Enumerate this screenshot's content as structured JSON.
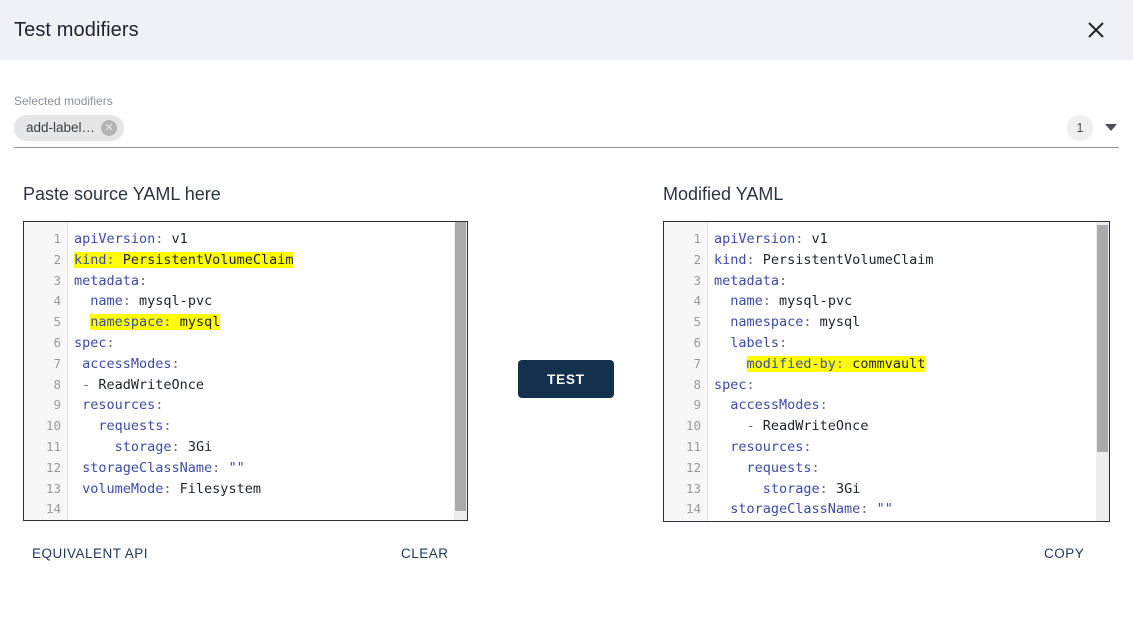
{
  "dialog": {
    "title": "Test modifiers",
    "close_icon": "close-icon"
  },
  "modifiers_field": {
    "label": "Selected modifiers",
    "chips": [
      {
        "label": "add-label…",
        "remove_icon": "close-circle-icon"
      }
    ],
    "count": "1",
    "dropdown_icon": "chevron-down-icon"
  },
  "left_panel": {
    "title": "Paste source YAML here",
    "scrollbar": {
      "thumb_top_pct": 0,
      "thumb_height_pct": 97
    },
    "lines": [
      {
        "n": "1",
        "segments": [
          {
            "t": "apiVersion",
            "c": "tok-key"
          },
          {
            "t": ": ",
            "c": "tok-punct"
          },
          {
            "t": "v1",
            "c": "tok-val"
          }
        ],
        "highlight": false
      },
      {
        "n": "2",
        "segments": [
          {
            "t": "kind",
            "c": "tok-key"
          },
          {
            "t": ": ",
            "c": "tok-punct"
          },
          {
            "t": "PersistentVolumeClaim",
            "c": "tok-val"
          }
        ],
        "highlight": true,
        "indent": 0
      },
      {
        "n": "3",
        "segments": [
          {
            "t": "metadata",
            "c": "tok-key"
          },
          {
            "t": ":",
            "c": "tok-punct"
          }
        ],
        "highlight": false
      },
      {
        "n": "4",
        "segments": [
          {
            "t": "  name",
            "c": "tok-key"
          },
          {
            "t": ": ",
            "c": "tok-punct"
          },
          {
            "t": "mysql-pvc",
            "c": "tok-val"
          }
        ],
        "highlight": false
      },
      {
        "n": "5",
        "segments": [
          {
            "t": "namespace",
            "c": "tok-key"
          },
          {
            "t": ": ",
            "c": "tok-punct"
          },
          {
            "t": "mysql",
            "c": "tok-val"
          }
        ],
        "highlight": true,
        "indent": 2
      },
      {
        "n": "6",
        "segments": [
          {
            "t": "spec",
            "c": "tok-key"
          },
          {
            "t": ":",
            "c": "tok-punct"
          }
        ],
        "highlight": false
      },
      {
        "n": "7",
        "segments": [
          {
            "t": " accessModes",
            "c": "tok-key"
          },
          {
            "t": ":",
            "c": "tok-punct"
          }
        ],
        "highlight": false
      },
      {
        "n": "8",
        "segments": [
          {
            "t": " - ",
            "c": "tok-punct"
          },
          {
            "t": "ReadWriteOnce",
            "c": "tok-val"
          }
        ],
        "highlight": false
      },
      {
        "n": "9",
        "segments": [
          {
            "t": " resources",
            "c": "tok-key"
          },
          {
            "t": ":",
            "c": "tok-punct"
          }
        ],
        "highlight": false
      },
      {
        "n": "10",
        "segments": [
          {
            "t": "   requests",
            "c": "tok-key"
          },
          {
            "t": ":",
            "c": "tok-punct"
          }
        ],
        "highlight": false
      },
      {
        "n": "11",
        "segments": [
          {
            "t": "     storage",
            "c": "tok-key"
          },
          {
            "t": ": ",
            "c": "tok-punct"
          },
          {
            "t": "3Gi",
            "c": "tok-val"
          }
        ],
        "highlight": false
      },
      {
        "n": "12",
        "segments": [
          {
            "t": " storageClassName",
            "c": "tok-key"
          },
          {
            "t": ": ",
            "c": "tok-punct"
          },
          {
            "t": "\"\"",
            "c": "tok-str"
          }
        ],
        "highlight": false
      },
      {
        "n": "13",
        "segments": [
          {
            "t": " volumeMode",
            "c": "tok-key"
          },
          {
            "t": ": ",
            "c": "tok-punct"
          },
          {
            "t": "Filesystem",
            "c": "tok-val"
          }
        ],
        "highlight": false
      },
      {
        "n": "14",
        "segments": [],
        "highlight": false
      }
    ]
  },
  "right_panel": {
    "title": "Modified YAML",
    "scrollbar": {
      "thumb_top_pct": 1,
      "thumb_height_pct": 76
    },
    "lines": [
      {
        "n": "1",
        "segments": [
          {
            "t": "apiVersion",
            "c": "tok-key"
          },
          {
            "t": ": ",
            "c": "tok-punct"
          },
          {
            "t": "v1",
            "c": "tok-val"
          }
        ],
        "highlight": false
      },
      {
        "n": "2",
        "segments": [
          {
            "t": "kind",
            "c": "tok-key"
          },
          {
            "t": ": ",
            "c": "tok-punct"
          },
          {
            "t": "PersistentVolumeClaim",
            "c": "tok-val"
          }
        ],
        "highlight": false
      },
      {
        "n": "3",
        "segments": [
          {
            "t": "metadata",
            "c": "tok-key"
          },
          {
            "t": ":",
            "c": "tok-punct"
          }
        ],
        "highlight": false
      },
      {
        "n": "4",
        "segments": [
          {
            "t": "  name",
            "c": "tok-key"
          },
          {
            "t": ": ",
            "c": "tok-punct"
          },
          {
            "t": "mysql-pvc",
            "c": "tok-val"
          }
        ],
        "highlight": false
      },
      {
        "n": "5",
        "segments": [
          {
            "t": "  namespace",
            "c": "tok-key"
          },
          {
            "t": ": ",
            "c": "tok-punct"
          },
          {
            "t": "mysql",
            "c": "tok-val"
          }
        ],
        "highlight": false
      },
      {
        "n": "6",
        "segments": [
          {
            "t": "  labels",
            "c": "tok-key"
          },
          {
            "t": ":",
            "c": "tok-punct"
          }
        ],
        "highlight": false
      },
      {
        "n": "7",
        "segments": [
          {
            "t": "modified-by",
            "c": "tok-key"
          },
          {
            "t": ": ",
            "c": "tok-punct"
          },
          {
            "t": "commvault",
            "c": "tok-val"
          }
        ],
        "highlight": true,
        "indent": 4
      },
      {
        "n": "8",
        "segments": [
          {
            "t": "spec",
            "c": "tok-key"
          },
          {
            "t": ":",
            "c": "tok-punct"
          }
        ],
        "highlight": false
      },
      {
        "n": "9",
        "segments": [
          {
            "t": "  accessModes",
            "c": "tok-key"
          },
          {
            "t": ":",
            "c": "tok-punct"
          }
        ],
        "highlight": false
      },
      {
        "n": "10",
        "segments": [
          {
            "t": "    - ",
            "c": "tok-punct"
          },
          {
            "t": "ReadWriteOnce",
            "c": "tok-val"
          }
        ],
        "highlight": false
      },
      {
        "n": "11",
        "segments": [
          {
            "t": "  resources",
            "c": "tok-key"
          },
          {
            "t": ":",
            "c": "tok-punct"
          }
        ],
        "highlight": false
      },
      {
        "n": "12",
        "segments": [
          {
            "t": "    requests",
            "c": "tok-key"
          },
          {
            "t": ":",
            "c": "tok-punct"
          }
        ],
        "highlight": false
      },
      {
        "n": "13",
        "segments": [
          {
            "t": "      storage",
            "c": "tok-key"
          },
          {
            "t": ": ",
            "c": "tok-punct"
          },
          {
            "t": "3Gi",
            "c": "tok-val"
          }
        ],
        "highlight": false
      },
      {
        "n": "14",
        "segments": [
          {
            "t": "  storageClassName",
            "c": "tok-key"
          },
          {
            "t": ": ",
            "c": "tok-punct"
          },
          {
            "t": "\"\"",
            "c": "tok-str"
          }
        ],
        "highlight": false
      }
    ]
  },
  "actions": {
    "test": "TEST",
    "equivalent_api": "EQUIVALENT API",
    "clear": "CLEAR",
    "copy": "COPY"
  },
  "colors": {
    "header_bg": "#eef1f5",
    "test_button": "#13304d",
    "link": "#1b3a5c",
    "highlight": "#ffff00",
    "yaml_key": "#3b4ba8"
  }
}
